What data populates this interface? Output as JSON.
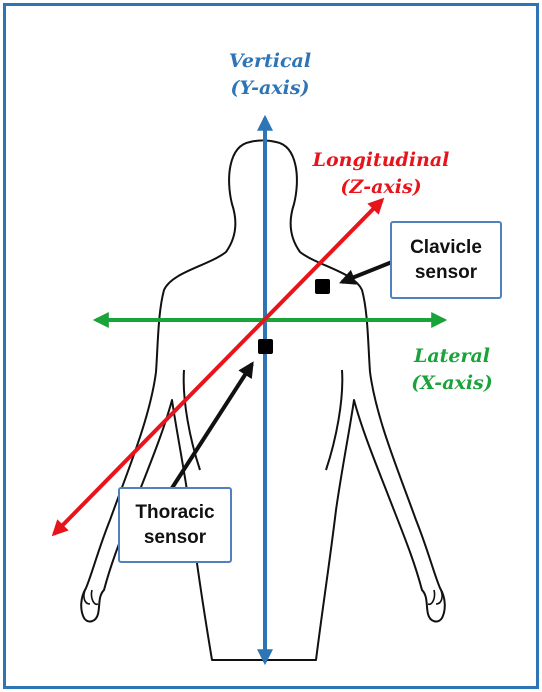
{
  "axes": {
    "vertical": {
      "line1": "Vertical",
      "line2": "(Y-axis)",
      "color": "#2e75b6"
    },
    "longitudinal": {
      "line1": "Longitudinal",
      "line2": "(Z-axis)",
      "color": "#e8141b"
    },
    "lateral": {
      "line1": "Lateral",
      "line2": "(X-axis)",
      "color": "#1aa33a"
    }
  },
  "callouts": {
    "clavicle": {
      "line1": "Clavicle",
      "line2": "sensor"
    },
    "thoracic": {
      "line1": "Thoracic",
      "line2": "sensor"
    }
  },
  "colors": {
    "frame": "#2e75b6",
    "outline": "#111111",
    "sensor": "#000000",
    "callout_border": "#4f81bd"
  }
}
